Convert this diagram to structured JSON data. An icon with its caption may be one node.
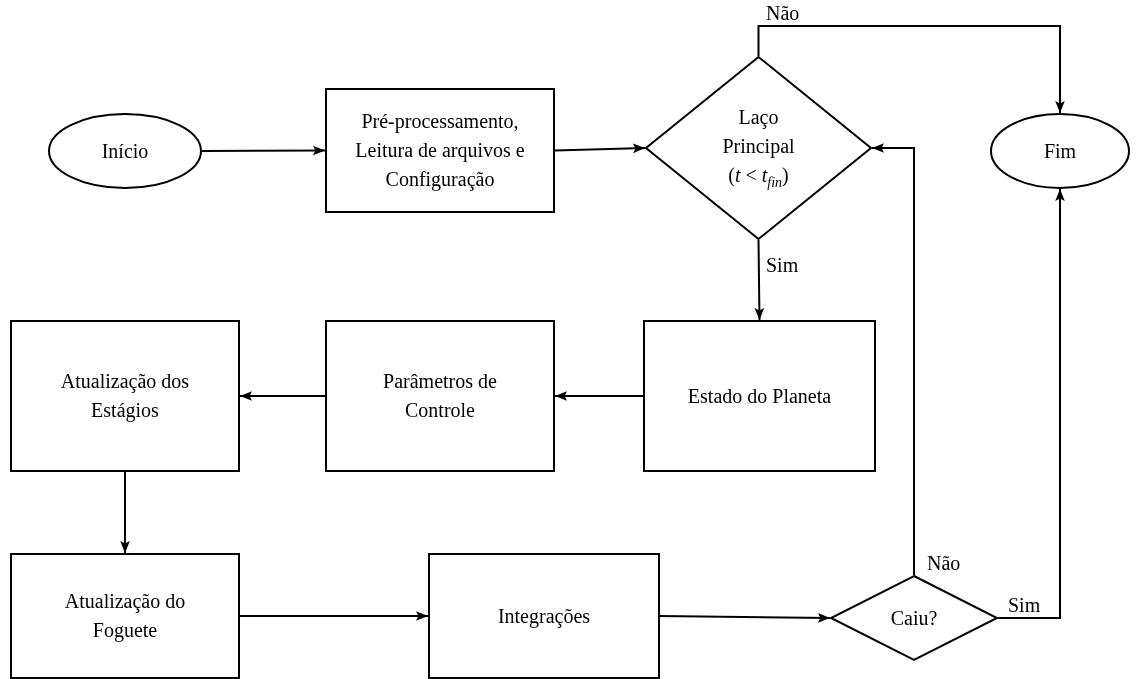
{
  "diagram": {
    "nodes": [
      {
        "text": [
          "Início"
        ]
      },
      {
        "text": [
          "Pré-processamento, Leitura de arquivos e Configuração"
        ]
      },
      {
        "text": [
          "Laço Principal",
          "(*t* < *t*$_{fin}$)"
        ]
      },
      {
        "text": [
          "Fim"
        ]
      },
      {
        "text": [
          "Estado do Planeta"
        ]
      },
      {
        "text": [
          "Parâmetros de Controle"
        ]
      },
      {
        "text": [
          "Atualização dos Estágios"
        ]
      },
      {
        "text": [
          "Atualização do Foguete"
        ]
      },
      {
        "text": [
          "Integrações"
        ]
      },
      {
        "text": [
          "Caiu?"
        ]
      }
    ],
    "edges": [
      {
        "from": 0,
        "to": 1,
        "arrow": "to"
      },
      {
        "from": 1,
        "to": 2,
        "arrow": "to"
      },
      {
        "from": 2,
        "to": 3,
        "arrow": "to",
        "label": "Não"
      },
      {
        "from": 2,
        "to": 4,
        "arrow": "to",
        "label": "Sim"
      },
      {
        "from": 4,
        "to": 5,
        "arrow": "to"
      },
      {
        "from": 5,
        "to": 6,
        "arrow": "to"
      },
      {
        "from": 6,
        "to": 7,
        "arrow": "to"
      },
      {
        "from": 7,
        "to": 8,
        "arrow": "to"
      },
      {
        "from": 8,
        "to": 9,
        "arrow": "to"
      },
      {
        "from": 9,
        "to": 2,
        "arrow": "to",
        "label": "Não"
      },
      {
        "from": 9,
        "to": 3,
        "arrow": "to",
        "label": "Sim"
      }
    ]
  }
}
